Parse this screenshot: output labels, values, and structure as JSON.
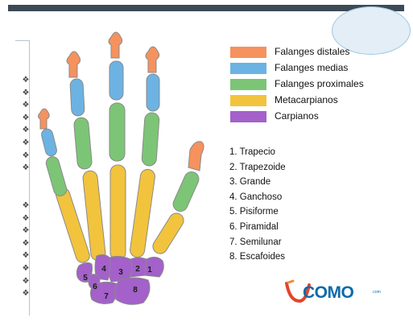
{
  "legend": [
    {
      "label": "Falanges distales",
      "color": "#f5925e"
    },
    {
      "label": "Falanges medias",
      "color": "#6cb3e3"
    },
    {
      "label": "Falanges proximales",
      "color": "#7cc576"
    },
    {
      "label": "Metacarpianos",
      "color": "#f2c33d"
    },
    {
      "label": "Carpianos",
      "color": "#a361c9"
    }
  ],
  "carpal_bones": [
    "1. Trapecio",
    "2. Trapezoide",
    "3. Grande",
    "4. Ganchoso",
    "5. Pisiforme",
    "6. Piramidal",
    "7. Semilunar",
    "8. Escafoides"
  ],
  "diagram_numbers": [
    "1",
    "2",
    "3",
    "4",
    "5",
    "6",
    "7",
    "8"
  ],
  "logo": {
    "text": "COMO",
    "sub": ".com"
  },
  "bullet_glyph": "❖"
}
